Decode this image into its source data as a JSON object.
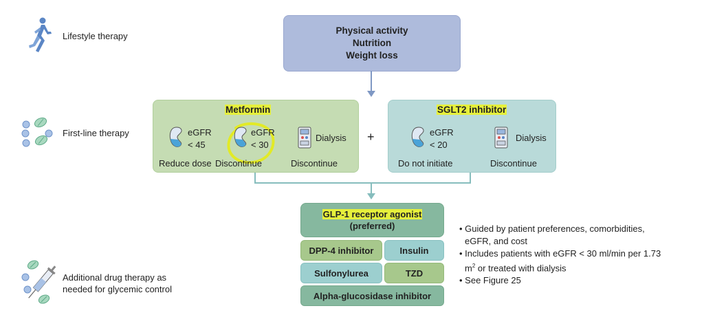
{
  "rows": {
    "lifestyle": "Lifestyle therapy",
    "first_line": "First-line therapy",
    "additional": "Additional drug therapy as needed for glycemic control"
  },
  "lifestyle_box": [
    "Physical activity",
    "Nutrition",
    "Weight loss"
  ],
  "metformin": {
    "title": "Metformin",
    "items": [
      {
        "icon": "kidney-icon",
        "text1": "eGFR",
        "text2": "< 45",
        "action": "Reduce dose"
      },
      {
        "icon": "kidney-icon",
        "text1": "eGFR",
        "text2": "< 30",
        "action": "Discontinue"
      },
      {
        "icon": "dialysis-machine-icon",
        "text1": "Dialysis",
        "action": "Discontinue"
      }
    ]
  },
  "plus": "+",
  "sglt2": {
    "title": "SGLT2 inhibitor",
    "items": [
      {
        "icon": "kidney-icon",
        "text1": "eGFR",
        "text2": "< 20",
        "action": "Do not initiate"
      },
      {
        "icon": "dialysis-machine-icon",
        "text1": "Dialysis",
        "action": "Discontinue"
      }
    ]
  },
  "glp1": {
    "line1": "GLP-1 receptor agonist",
    "line2": "(preferred)"
  },
  "options": {
    "dpp4": "DPP-4 inhibitor",
    "insulin": "Insulin",
    "sulfonylurea": "Sulfonylurea",
    "tzd": "TZD",
    "alpha": "Alpha-glucosidase inhibitor"
  },
  "notes": {
    "n1": "• Guided by patient preferences, comorbidities, eGFR, and cost",
    "n2a": "• Includes patients with eGFR < 30 ml/min per 1.73 m",
    "n2sup": "2",
    "n2b": " or treated with dialysis",
    "n3": "• See Figure 25"
  },
  "colors": {
    "lifestyle": "#aebbdc",
    "metformin": "#c5dcb3",
    "sglt2": "#b9dad9",
    "glp1": "#86b89f",
    "highlight": "#e6f03c",
    "arrow": "#7f98c4"
  }
}
